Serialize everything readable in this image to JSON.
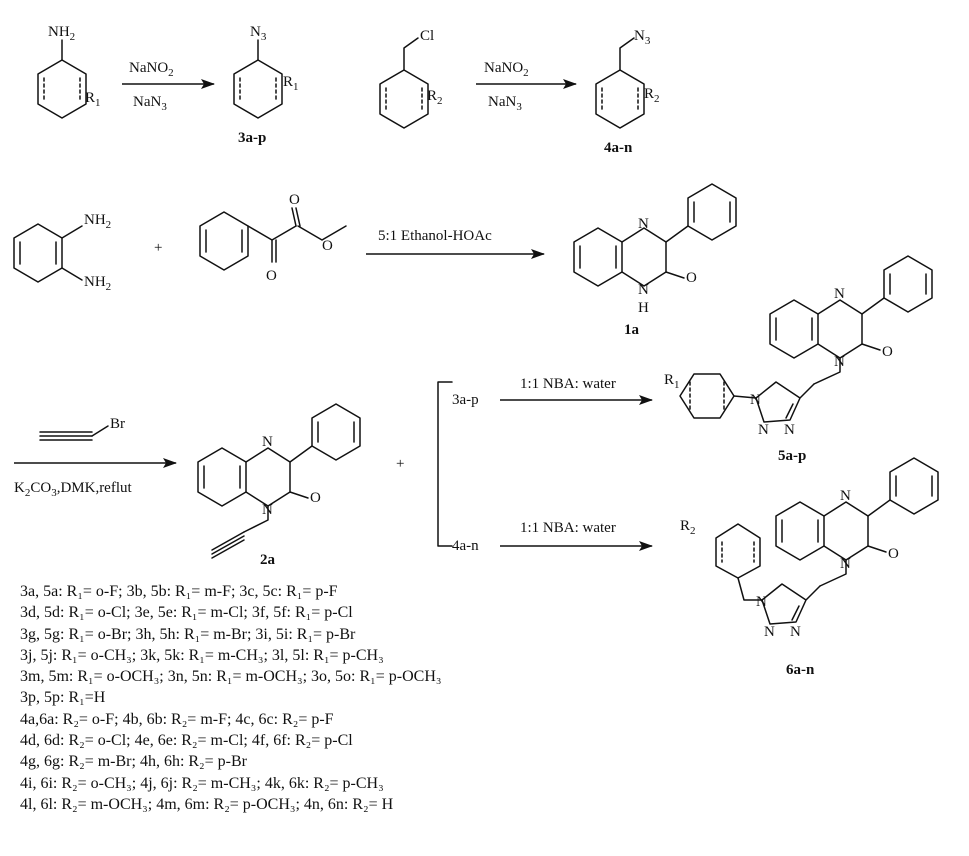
{
  "reaction1": {
    "reagent_top": "NaNO",
    "reagent_top_sub": "2",
    "reagent_bottom": "NaN",
    "reagent_bottom_sub": "3",
    "start_group": "NH",
    "start_group_sub": "2",
    "product_group": "N",
    "product_group_sub": "3",
    "substituent": "R",
    "substituent_sub": "1",
    "product_label": "3a-p"
  },
  "reaction2": {
    "start_group": "Cl",
    "reagent_top": "NaNO",
    "reagent_top_sub": "2",
    "reagent_bottom": "NaN",
    "reagent_bottom_sub": "3",
    "product_group": "N",
    "product_group_sub": "3",
    "substituent": "R",
    "substituent_sub": "2",
    "product_label": "4a-n"
  },
  "reaction3": {
    "diamine_nh2_a": "NH",
    "diamine_nh2_b": "NH",
    "sub2": "2",
    "plus": "+",
    "keto_o1": "O",
    "keto_o2": "O",
    "keto_o3": "O",
    "conditions": "5:1 Ethanol-HOAc",
    "product_n": "N",
    "product_nh_n": "N",
    "product_nh_h": "H",
    "product_o": "O",
    "product_label": "1a"
  },
  "reaction4": {
    "br": "Br",
    "conditions_a": "K",
    "conditions_sub": "2",
    "conditions_b": "CO",
    "conditions_sub2": "3",
    "conditions_c": ",DMK,reflut",
    "product_n1": "N",
    "product_n2": "N",
    "product_o": "O",
    "product_label": "2a",
    "plus": "+"
  },
  "reaction5": {
    "branch_a_reactant": "3a-p",
    "branch_a_conditions": "1:1 NBA: water",
    "branch_b_reactant": "4a-n",
    "branch_b_conditions": "1:1 NBA: water",
    "product_a_label": "5a-p",
    "product_b_label": "6a-n",
    "atom_n": "N",
    "atom_o": "O",
    "r1": "R",
    "r1_sub": "1",
    "r2": "R",
    "r2_sub": "2"
  },
  "legend": [
    "3a, 5a: R₁= o-F; 3b, 5b: R₁= m-F; 3c, 5c: R₁= p-F",
    "3d, 5d: R₁= o-Cl; 3e, 5e: R₁= m-Cl; 3f, 5f: R₁= p-Cl",
    "3g, 5g: R₁= o-Br; 3h, 5h: R₁= m-Br; 3i, 5i: R₁= p-Br",
    "3j, 5j: R₁= o-CH₃; 3k, 5k: R₁= m-CH₃; 3l, 5l: R₁= p-CH₃",
    "3m, 5m: R₁= o-OCH₃; 3n, 5n: R₁= m-OCH₃; 3o, 5o: R₁= p-OCH₃",
    "3p, 5p: R₁=H",
    "4a,6a: R₂= o-F; 4b, 6b: R₂= m-F; 4c, 6c: R₂= p-F",
    "4d, 6d: R₂= o-Cl; 4e, 6e: R₂= m-Cl; 4f, 6f: R₂= p-Cl",
    "4g, 6g: R₂= m-Br; 4h, 6h: R₂= p-Br",
    "4i, 6i: R₂= o-CH₃; 4j, 6j: R₂= m-CH₃; 4k, 6k: R₂= p-CH₃",
    "4l, 6l: R₂= m-OCH₃; 4m, 6m: R₂= p-OCH₃; 4n, 6n: R₂= H"
  ]
}
